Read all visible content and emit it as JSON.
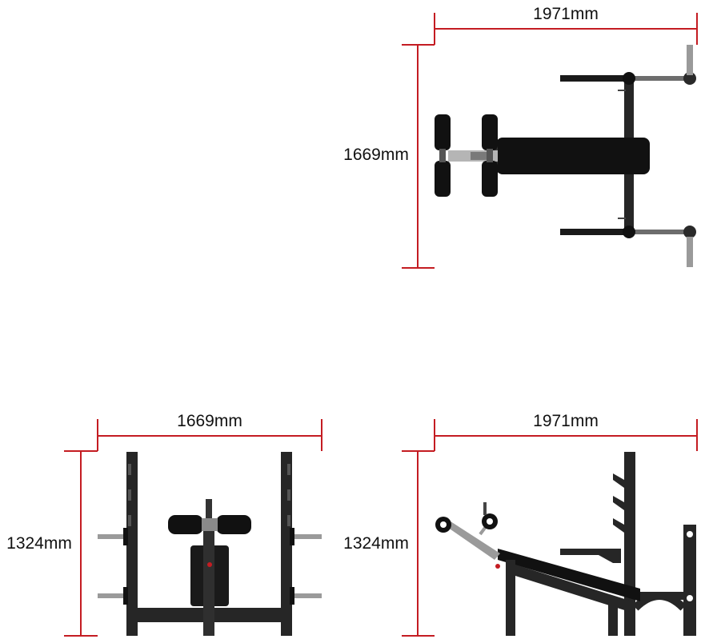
{
  "colors": {
    "dimension_line": "#c41c22",
    "frame": "#262626",
    "pad": "#111111",
    "steel": "#9a9a9a",
    "text": "#111111"
  },
  "views": {
    "top": {
      "width_label": "1971mm",
      "depth_label": "1669mm"
    },
    "front": {
      "width_label": "1669mm",
      "height_label": "1324mm"
    },
    "side": {
      "width_label": "1971mm",
      "height_label": "1324mm"
    }
  }
}
